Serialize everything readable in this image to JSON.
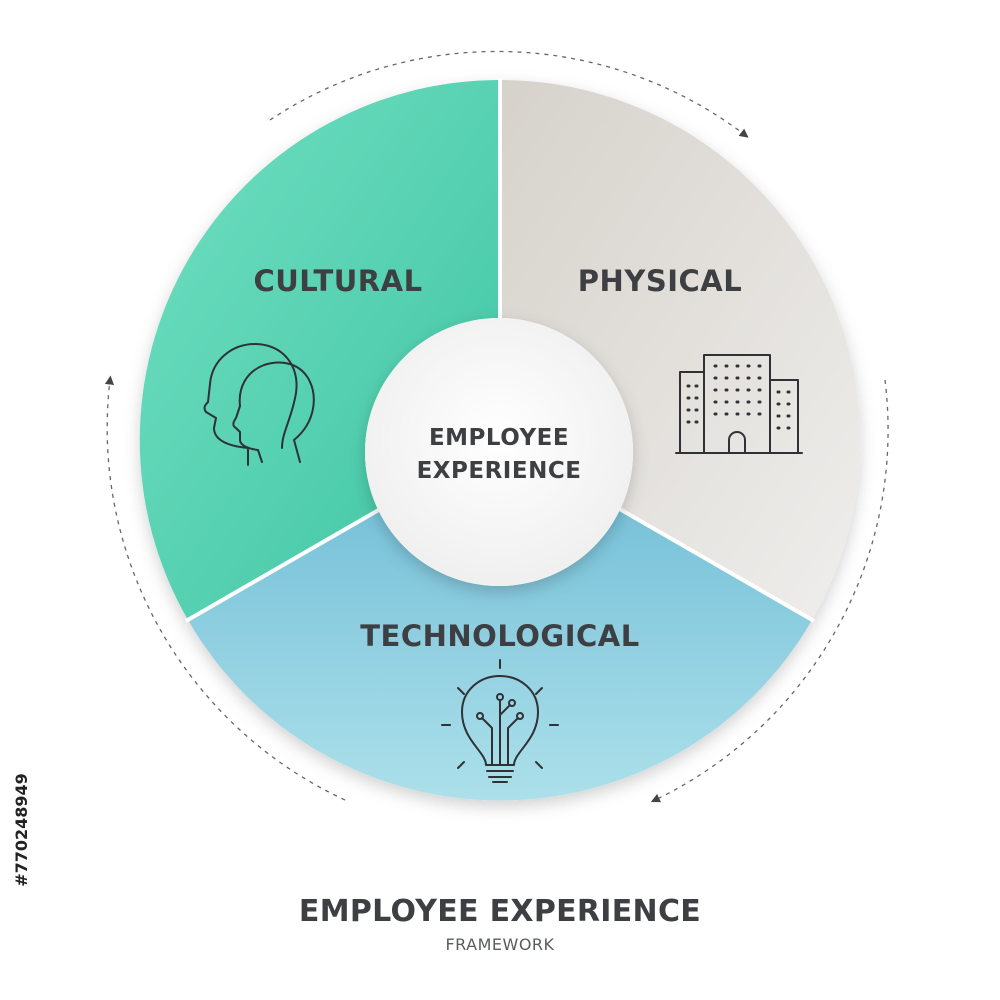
{
  "diagram": {
    "segments": [
      {
        "id": "cultural",
        "label": "CULTURAL",
        "icon": "two-heads-icon",
        "color_start": "#6fdfc0",
        "color_end": "#3fc7a5"
      },
      {
        "id": "physical",
        "label": "PHYSICAL",
        "icon": "buildings-icon",
        "color_start": "#d9d5cf",
        "color_end": "#ecebe8"
      },
      {
        "id": "technological",
        "label": "TECHNOLOGICAL",
        "icon": "lightbulb-circuit-icon",
        "color_start": "#6fbcd6",
        "color_end": "#a7dae6"
      }
    ],
    "center": {
      "line1": "EMPLOYEE",
      "line2": "EXPERIENCE"
    },
    "cycle_arrows": "dashed-clockwise-arrow-icon"
  },
  "footer": {
    "title": "EMPLOYEE EXPERIENCE",
    "subtitle": "FRAMEWORK"
  },
  "side_text": "#770248949"
}
